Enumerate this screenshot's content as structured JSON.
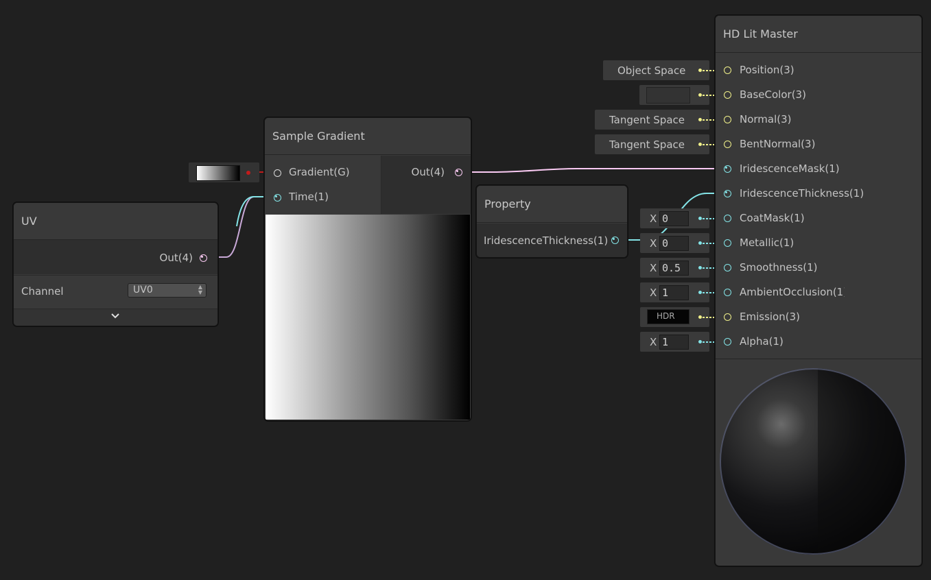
{
  "uv_node": {
    "title": "UV",
    "output_label": "Out(4)",
    "channel_label": "Channel",
    "channel_value": "UV0"
  },
  "sample_gradient_node": {
    "title": "Sample Gradient",
    "inputs": [
      "Gradient(G)",
      "Time(1)"
    ],
    "output_label": "Out(4)"
  },
  "property_node": {
    "title": "Property",
    "output_label": "IridescenceThickness(1)"
  },
  "master_node": {
    "title": "HD Lit Master",
    "ports": [
      "Position(3)",
      "BaseColor(3)",
      "Normal(3)",
      "BentNormal(3)",
      "IridescenceMask(1)",
      "IridescenceThickness(1)",
      "CoatMask(1)",
      "Metallic(1)",
      "Smoothness(1)",
      "AmbientOcclusion(1)",
      "Emission(3)",
      "Alpha(1)"
    ]
  },
  "input_fields": {
    "position_space": "Object Space",
    "normal_space": "Tangent Space",
    "bent_normal_space": "Tangent Space",
    "axis_label": "X",
    "coat_mask": "0",
    "metallic": "0",
    "smoothness": "0.5",
    "ambient_occlusion": "1",
    "emission_label": "HDR",
    "alpha": "1"
  },
  "colors": {
    "background": "#202020",
    "node_body": "#393939",
    "vector_port": "#f0f08a",
    "float_port": "#84e4e7",
    "vector4_port": "#fbcbf4",
    "gradient_port": "#c21b1b",
    "wire_float": "#84e4e7",
    "wire_vector4": "#fbcbf4"
  }
}
